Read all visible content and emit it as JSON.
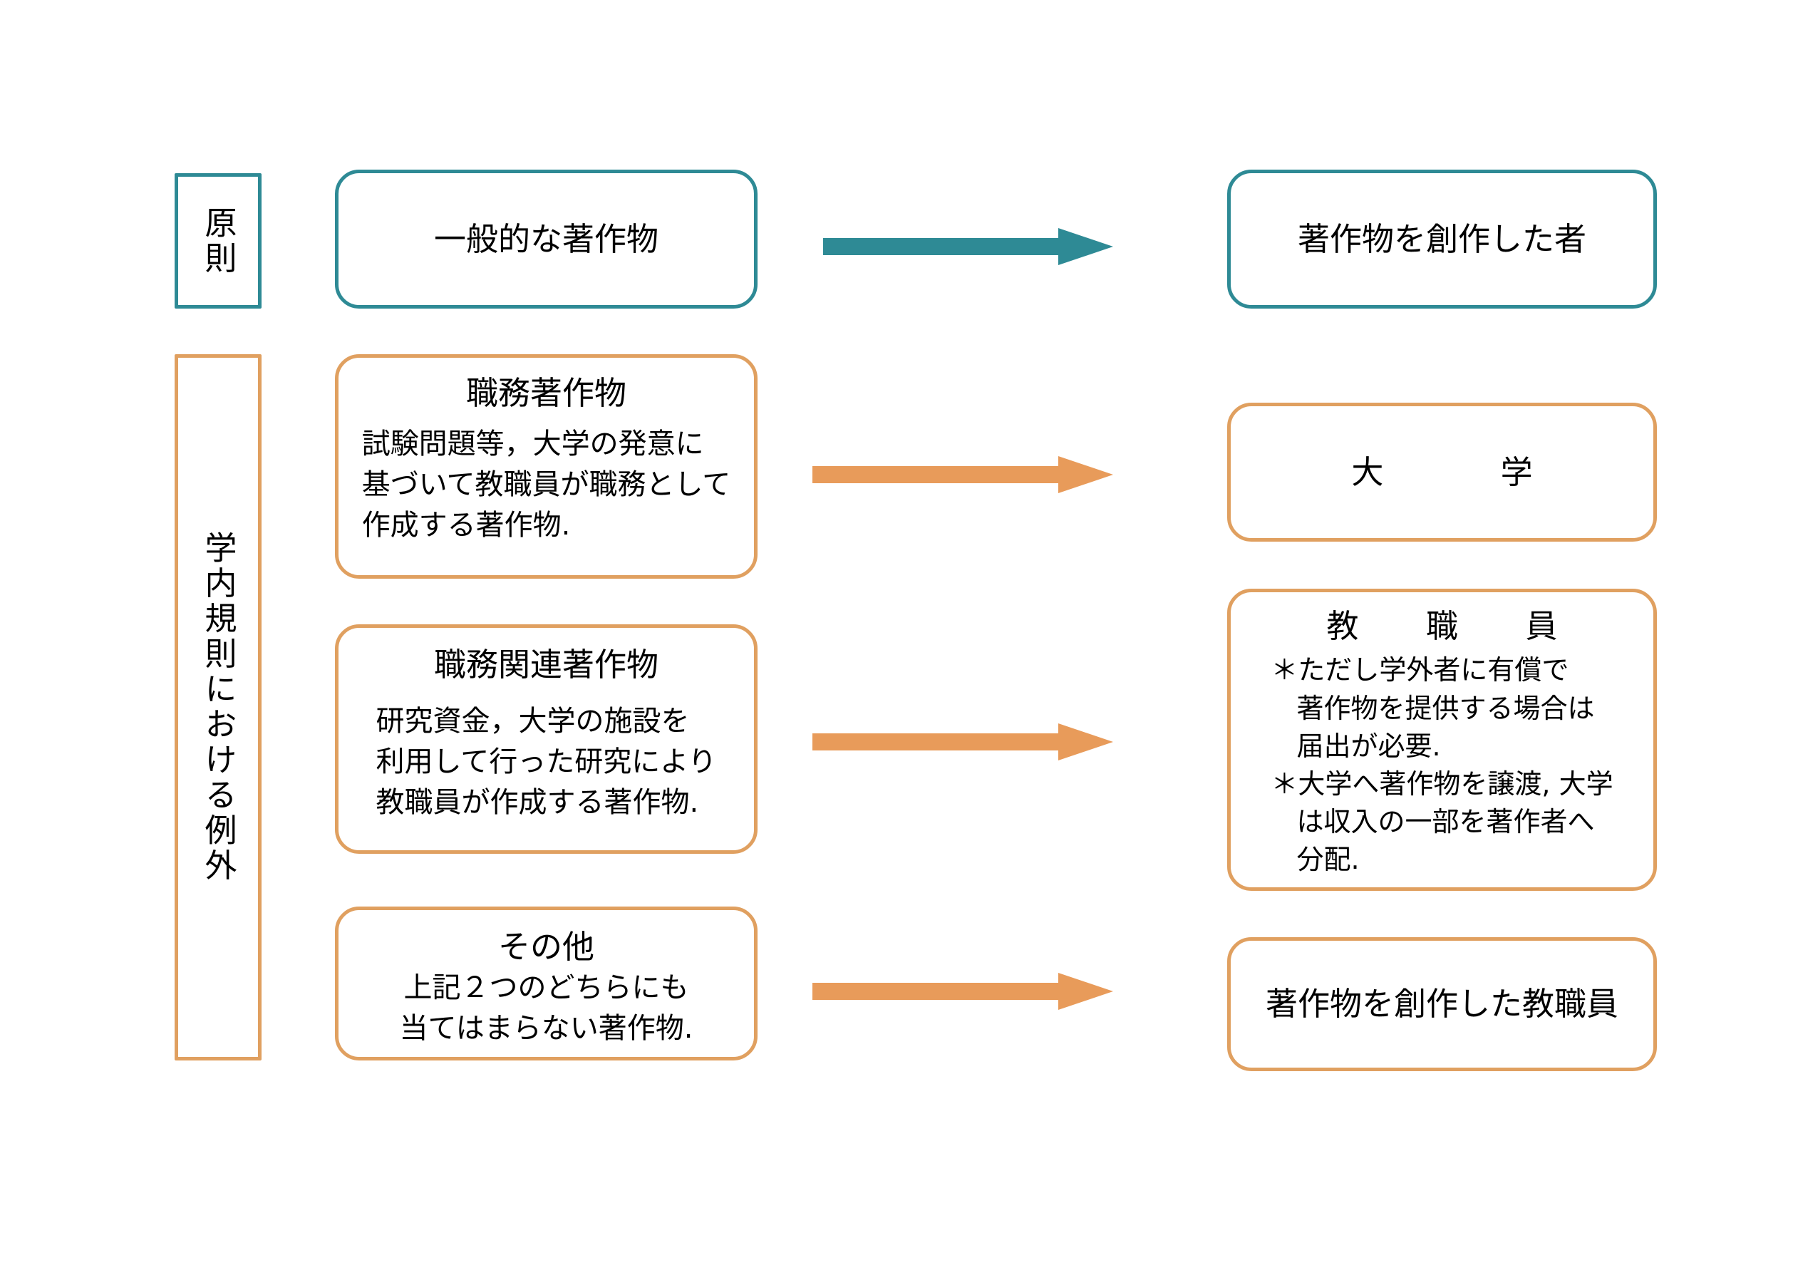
{
  "diagram": {
    "colors": {
      "teal": "#2E8A95",
      "teal_arrow": "#2E8A95",
      "orange": "#E0A060",
      "orange_arrow": "#E89B5A",
      "text": "#000000",
      "background": "#FFFFFF"
    },
    "sections": [
      {
        "id": "principle",
        "label": "原則",
        "accent": "#2E8A95"
      },
      {
        "id": "exception",
        "label": "学内規則における例外",
        "accent": "#E0A060"
      }
    ],
    "rows": [
      {
        "id": "general-work",
        "accent": "teal",
        "source": {
          "title": "一般的な著作物",
          "body": []
        },
        "arrow": "arrow-right-teal",
        "target": {
          "title": "著作物を創作した者",
          "body": []
        }
      },
      {
        "id": "work-for-hire",
        "accent": "orange",
        "source": {
          "title": "職務著作物",
          "body": [
            "試験問題等，大学の発意に",
            "基づいて教職員が職務として",
            "作成する著作物."
          ]
        },
        "arrow": "arrow-right-orange",
        "target": {
          "title": "大　　学",
          "body": []
        }
      },
      {
        "id": "work-related",
        "accent": "orange",
        "source": {
          "title": "職務関連著作物",
          "body": [
            "研究資金，大学の施設を",
            "利用して行った研究により",
            "教職員が作成する著作物."
          ]
        },
        "arrow": "arrow-right-orange",
        "target": {
          "title": "教　職　員",
          "body": [
            "＊ただし学外者に有償で",
            "著作物を提供する場合は",
            "届出が必要.",
            "＊大学へ著作物を譲渡, 大学",
            "は収入の一部を著作者へ",
            "分配."
          ]
        }
      },
      {
        "id": "other",
        "accent": "orange",
        "source": {
          "title": "その他",
          "body": [
            "上記２つのどちらにも",
            "当てはまらない著作物."
          ]
        },
        "arrow": "arrow-right-orange",
        "target": {
          "title": "著作物を創作した教職員",
          "body": []
        }
      }
    ]
  }
}
